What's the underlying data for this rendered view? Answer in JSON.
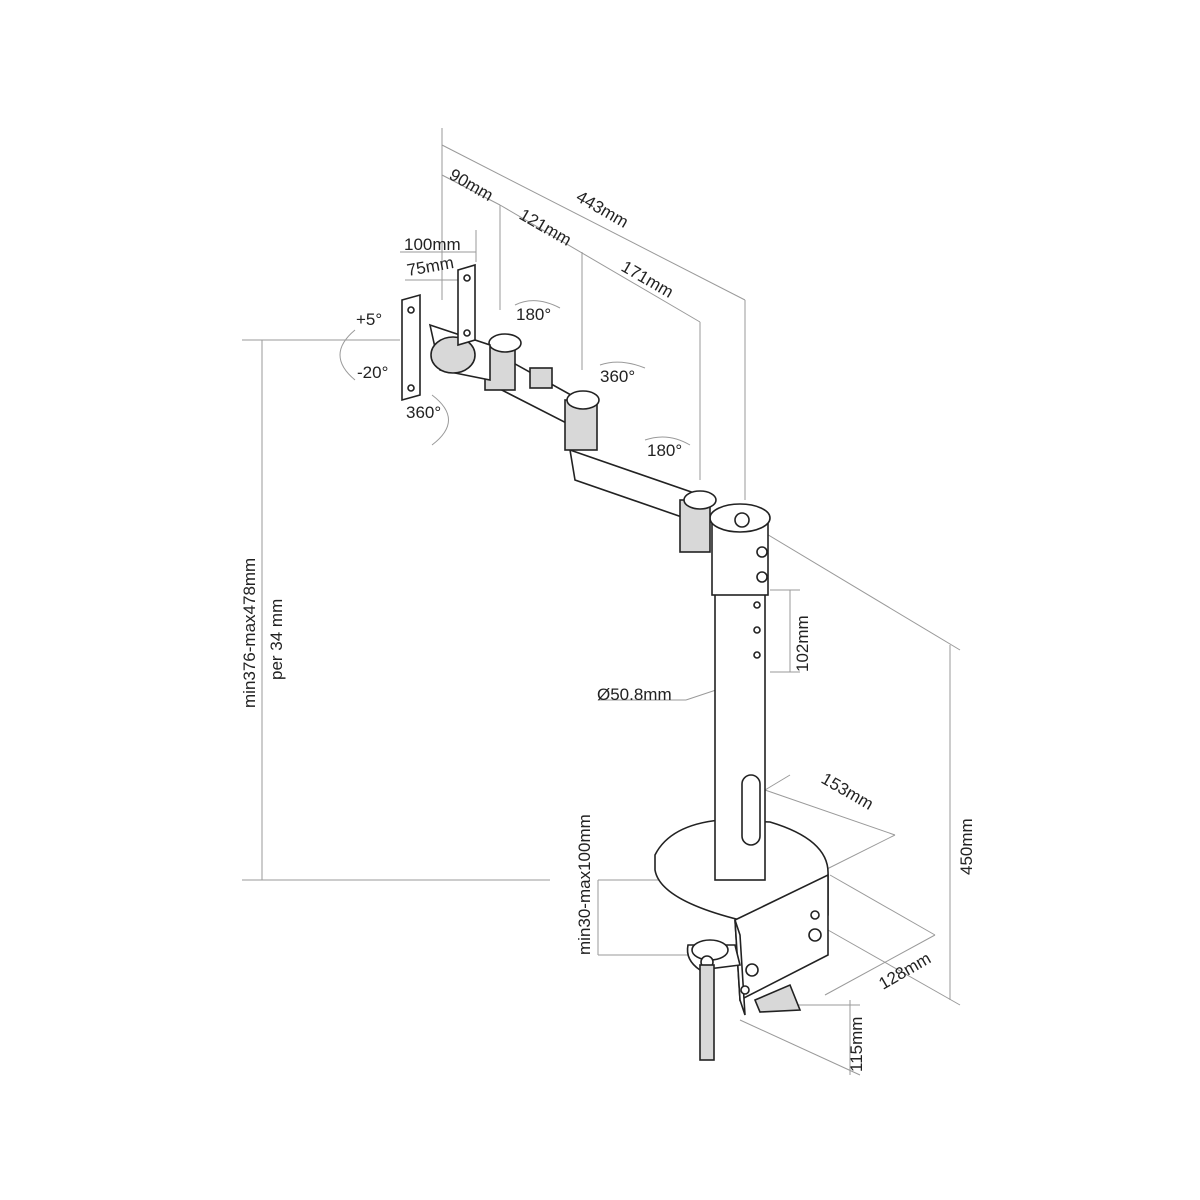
{
  "title": "Monitor arm desk mount dimension drawing",
  "dimensions": {
    "tilt_up": "+5°",
    "tilt_down": "-20°",
    "vesa_100": "100mm",
    "vesa_75": "75mm",
    "seg_90": "90mm",
    "total_443": "443mm",
    "seg_121": "121mm",
    "seg_171": "171mm",
    "rot_180_a": "180°",
    "rot_360_a": "360°",
    "rot_360_b": "360°",
    "rot_180_b": "180°",
    "hole_spacing": "102mm",
    "pole_diameter": "Ø50.8mm",
    "height_range": "min376-max478mm",
    "height_step": "per 34 mm",
    "base_153": "153mm",
    "desk_thickness": "min30-max100mm",
    "pole_height": "450mm",
    "clamp_128": "128mm",
    "clamp_115": "115mm"
  }
}
